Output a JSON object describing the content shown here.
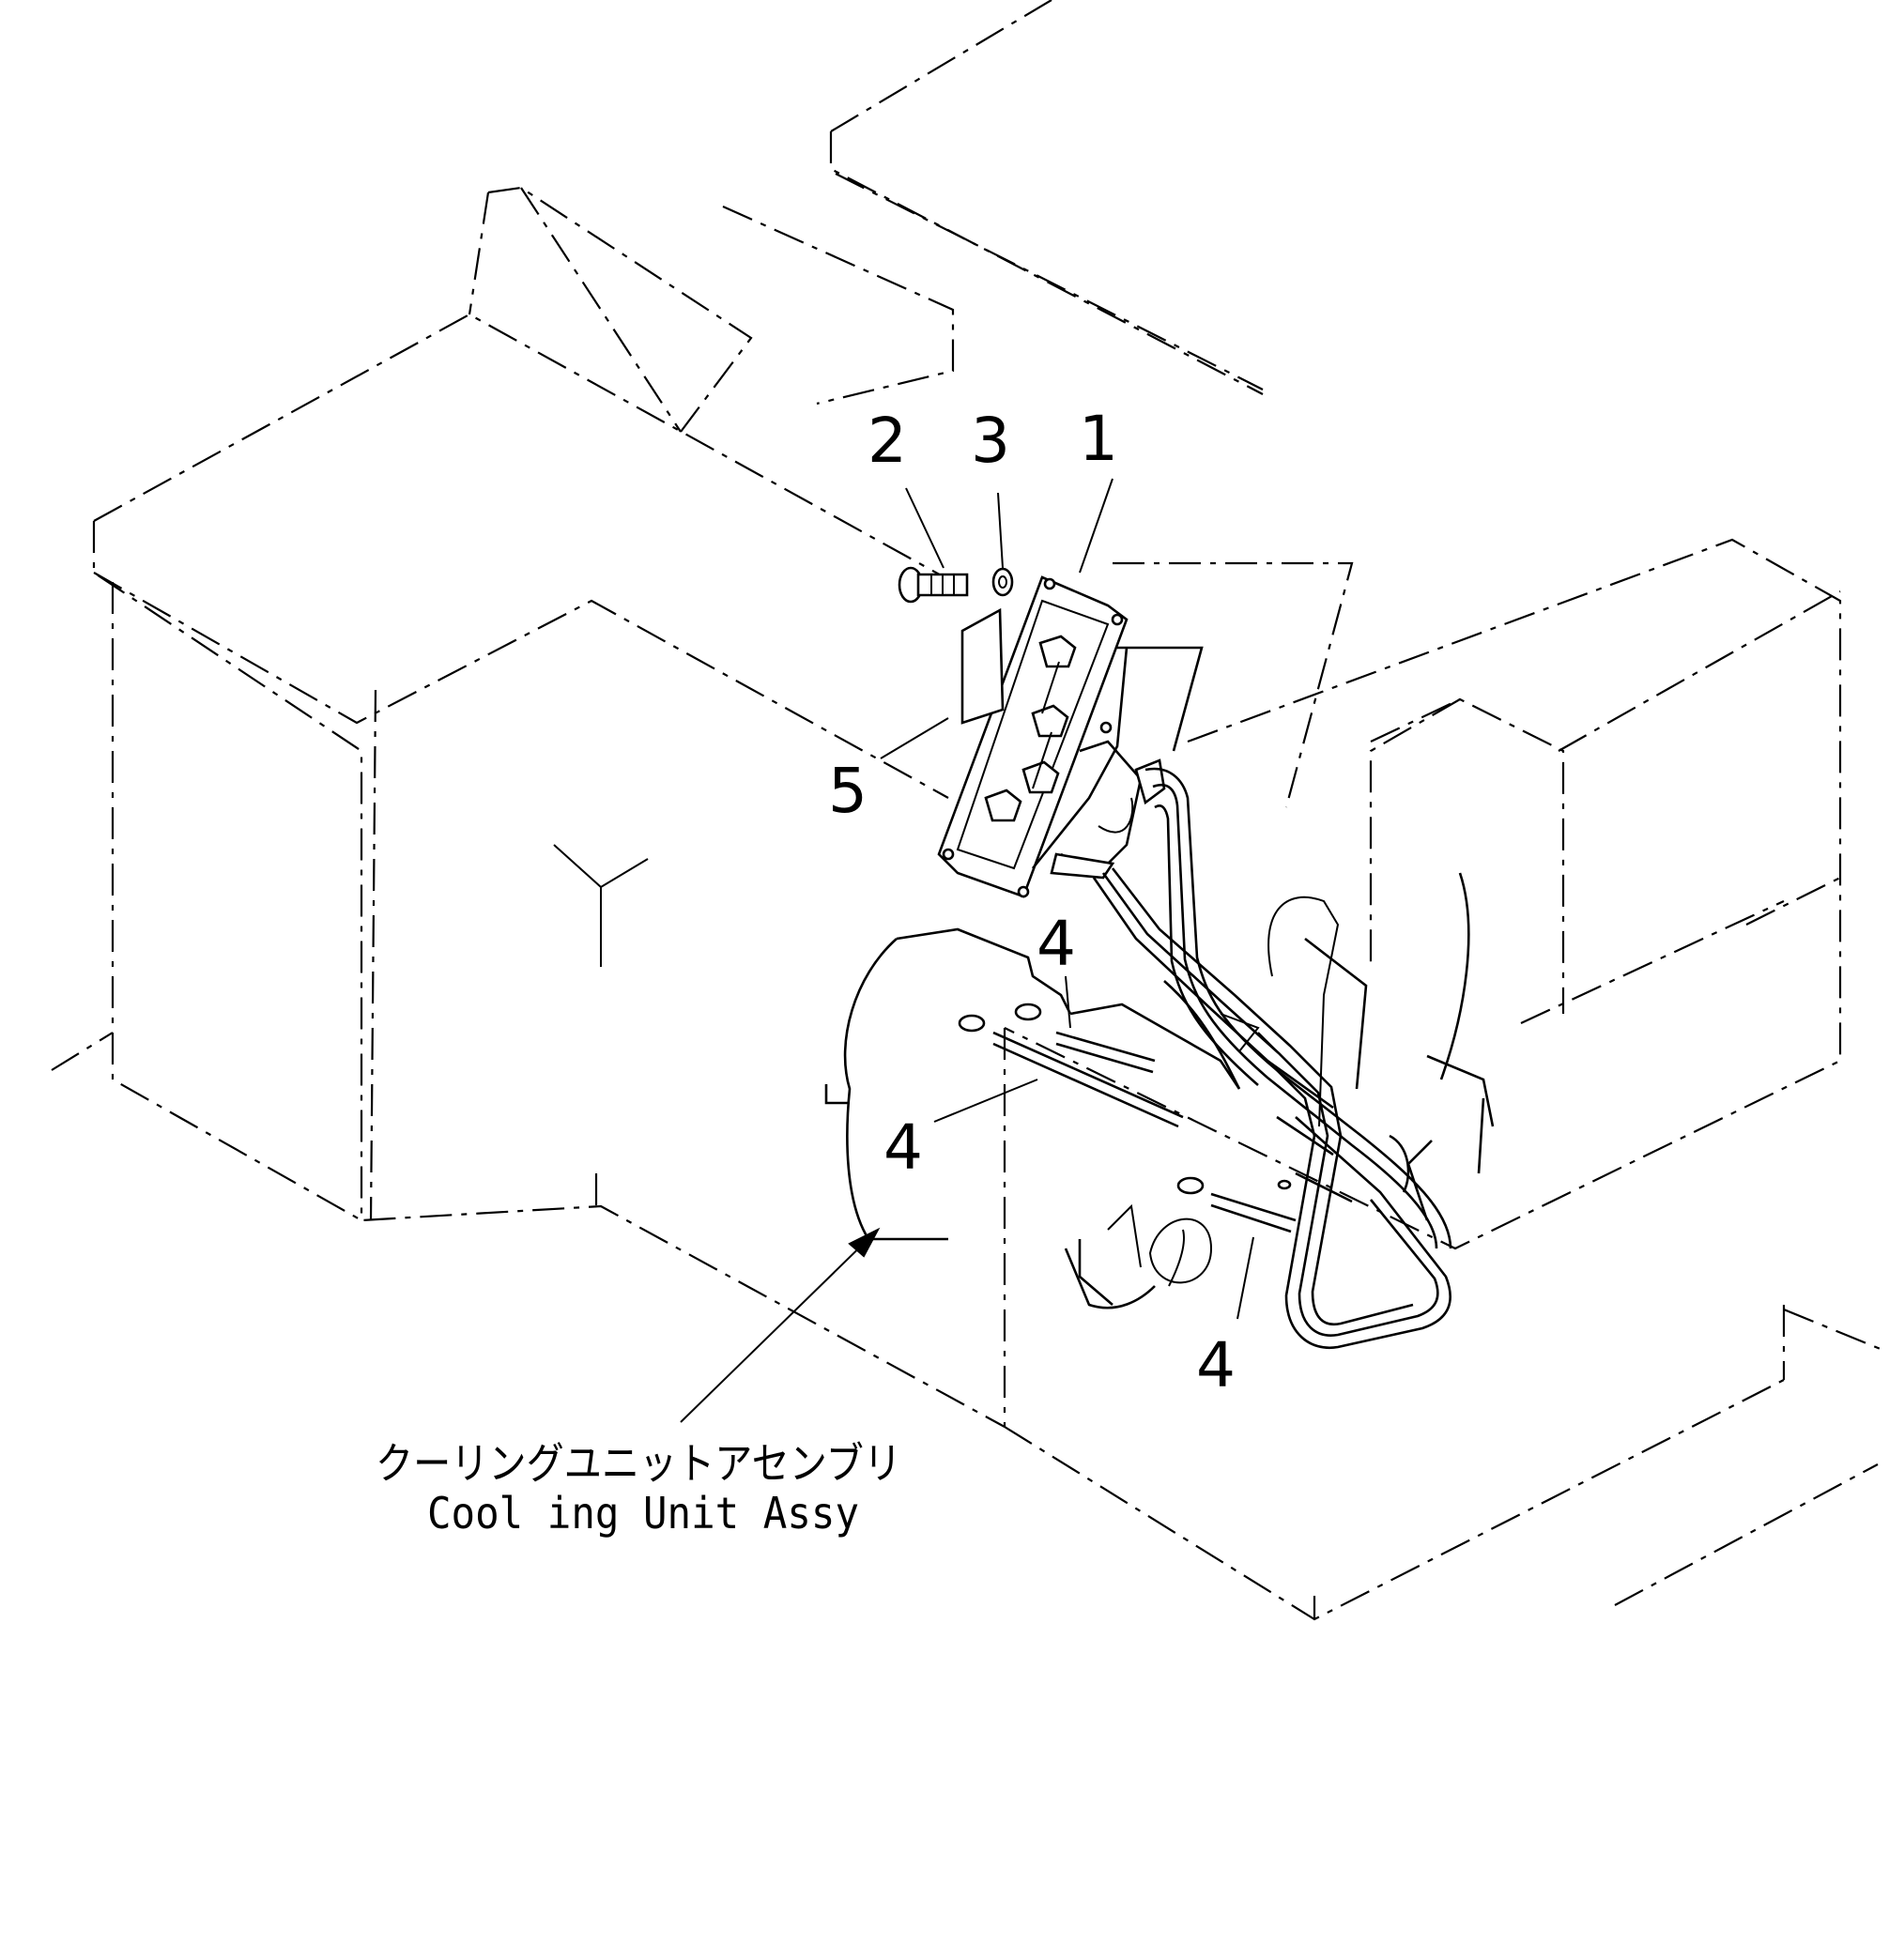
{
  "callouts": [
    {
      "id": "1",
      "label": "1"
    },
    {
      "id": "2",
      "label": "2"
    },
    {
      "id": "3",
      "label": "3"
    },
    {
      "id": "4a",
      "label": "4"
    },
    {
      "id": "4b",
      "label": "4"
    },
    {
      "id": "4c",
      "label": "4"
    },
    {
      "id": "5",
      "label": "5"
    }
  ],
  "caption": {
    "japanese": "クーリングユニットアセンブリ",
    "english": "Cool ing Unit Assy"
  }
}
